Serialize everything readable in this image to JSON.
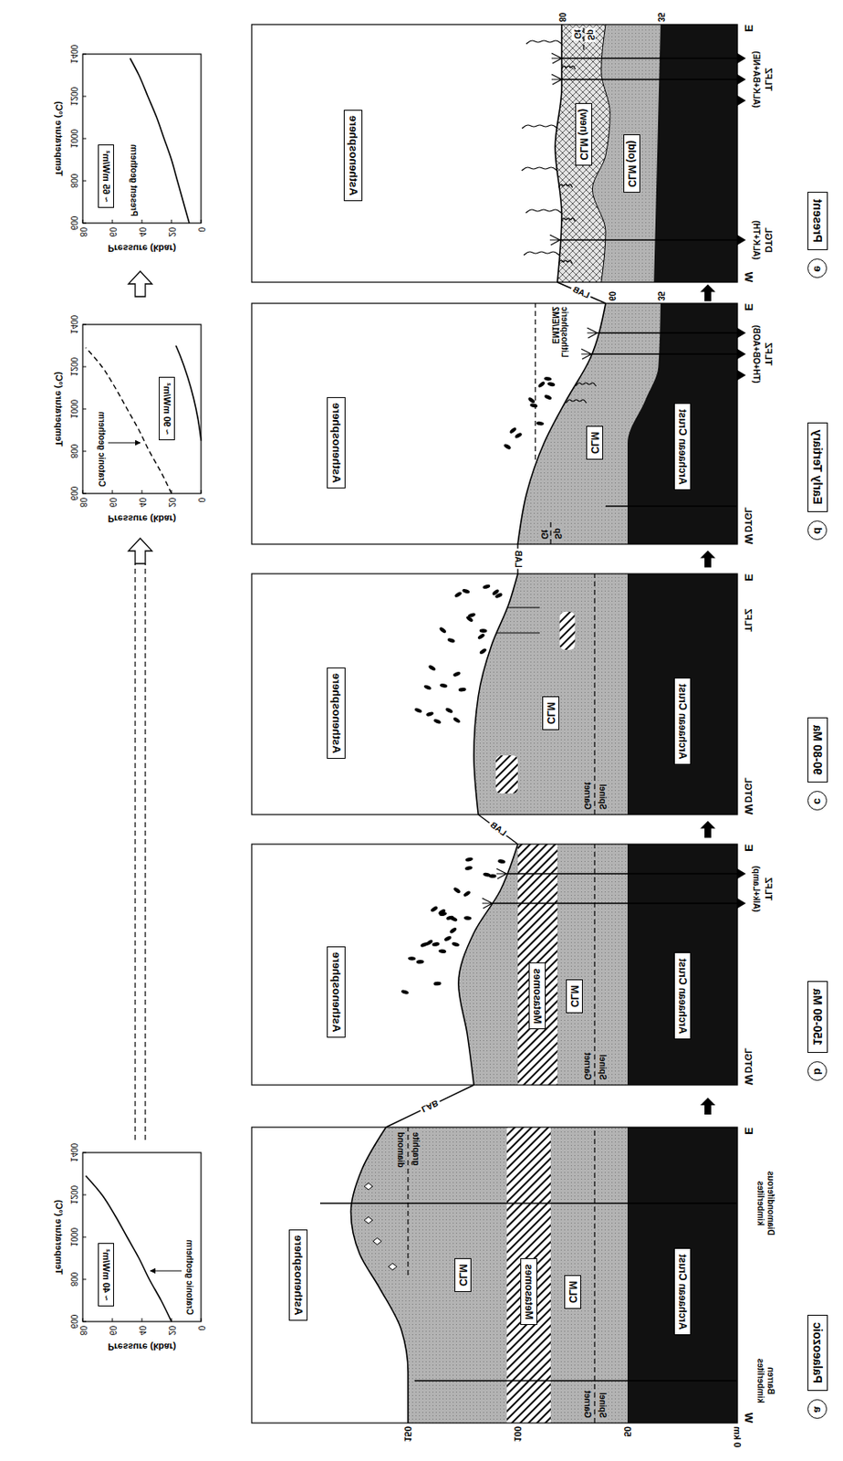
{
  "diagram": {
    "nodes": [
      {
        "text": [
          "a"
        ]
      },
      {
        "text": [
          "Palaeozoic"
        ]
      },
      {
        "text": [
          "Archaean Crust"
        ]
      },
      {
        "text": [
          "CLM"
        ]
      },
      {
        "text": [
          "Metasomes"
        ]
      },
      {
        "text": [
          "CLM"
        ]
      },
      {
        "text": [
          "Asthenosphere"
        ]
      },
      {
        "text": [
          "b"
        ]
      },
      {
        "text": [
          "150-90 Ma"
        ]
      },
      {
        "text": [
          "Archaean Crust"
        ]
      },
      {
        "text": [
          "CLM"
        ]
      },
      {
        "text": [
          "Metasomes"
        ]
      },
      {
        "text": [
          "Asthenosphere"
        ]
      },
      {
        "text": [
          "c"
        ]
      },
      {
        "text": [
          "90-80 Ma"
        ]
      },
      {
        "text": [
          "Archaean Crust"
        ]
      },
      {
        "text": [
          "CLM"
        ]
      },
      {
        "text": [
          "Asthenosphere"
        ]
      },
      {
        "text": [
          "d"
        ]
      },
      {
        "text": [
          "Early Tertiary"
        ]
      },
      {
        "text": [
          "Archaean Crust"
        ]
      },
      {
        "text": [
          "CLM"
        ]
      },
      {
        "text": [
          "Asthenosphere"
        ]
      },
      {
        "text": [
          "e"
        ]
      },
      {
        "text": [
          "Present"
        ]
      },
      {
        "text": [
          "CLM (old)"
        ]
      },
      {
        "text": [
          "CLM (new)"
        ]
      },
      {
        "text": [
          "Asthenosphere"
        ]
      },
      {
        "text": [
          "~ 40 mW/m²"
        ]
      },
      {
        "text": [
          "~ 90 mW/m²"
        ]
      },
      {
        "text": [
          "~ 65 mW/m²"
        ]
      }
    ],
    "labels": [
      "0 km",
      "50",
      "100",
      "150",
      "W",
      "Barren kimberlites",
      "Diamondiferous kimberlites",
      "E",
      "Spinel",
      "Garnet",
      "graphite",
      "diamond",
      "W",
      "DTGL",
      "TLFZ",
      "(Alk+Lamp)",
      "E",
      "Spinel",
      "Garnet",
      "W",
      "DTGL",
      "TLFZ",
      "E",
      "Spinel",
      "Garnet",
      "W",
      "DTGL",
      "TLFZ",
      "(TH+OB+AOB)",
      "E",
      "35",
      "60",
      "Sp",
      "Gt",
      "Lithospheric EM1/EM2",
      "W",
      "DTGL",
      "(ALK+TH)",
      "TLFZ",
      "(ALK+BA+NE)",
      "E",
      "35",
      "80",
      "Sp",
      "Gt",
      "LAB",
      "LAB",
      "LAB",
      "LAB",
      "Pressure (kbar)",
      "Temperature (°C)",
      "0",
      "20",
      "40",
      "60",
      "80",
      "600",
      "800",
      "1000",
      "1200",
      "1400",
      "Cratonic geotherm",
      "Pressure (kbar)",
      "Temperature (°C)",
      "0",
      "20",
      "40",
      "60",
      "80",
      "600",
      "800",
      "1000",
      "1200",
      "1400",
      "Cratonic geotherm",
      "Pressure (kbar)",
      "Temperature (°C)",
      "0",
      "20",
      "40",
      "60",
      "80",
      "600",
      "800",
      "1000",
      "1200",
      "1400",
      "Present geotherm"
    ]
  }
}
